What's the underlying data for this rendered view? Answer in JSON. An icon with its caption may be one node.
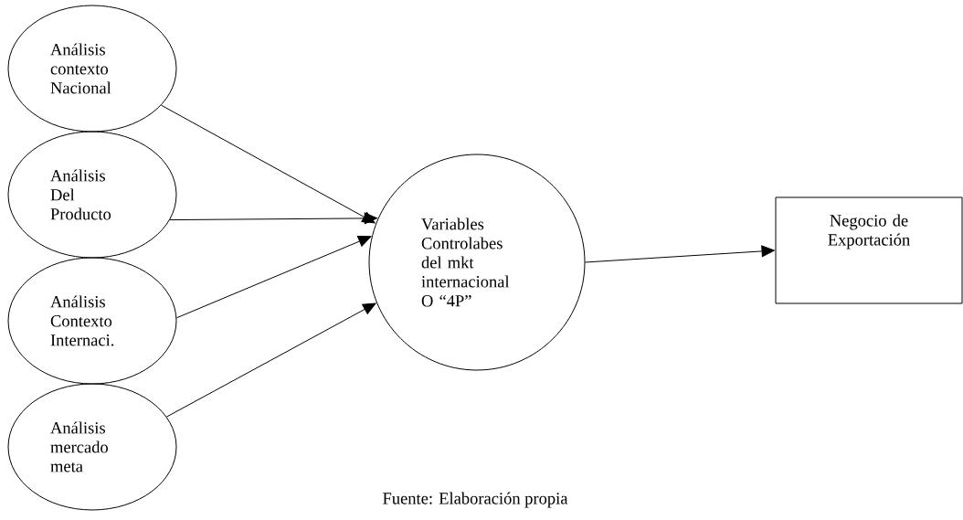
{
  "diagram": {
    "caption": "Fuente: Elaboración propia",
    "nodes": [
      {
        "text": [
          "Análisis contexto Nacional"
        ]
      },
      {
        "text": [
          "Análisis Del Producto"
        ]
      },
      {
        "text": [
          "Análisis Contexto Internaci."
        ]
      },
      {
        "text": [
          "Análisis mercado meta"
        ]
      },
      {
        "text": [
          "Variables Controlabes del mkt internacional O “4P”"
        ]
      },
      {
        "text": [
          "Negocio de Exportación"
        ]
      }
    ],
    "edges": [
      {
        "from": 0,
        "to": 4,
        "arrow": "to"
      },
      {
        "from": 1,
        "to": 4,
        "arrow": "to"
      },
      {
        "from": 2,
        "to": 4,
        "arrow": "to"
      },
      {
        "from": 3,
        "to": 4,
        "arrow": "to"
      },
      {
        "from": 4,
        "to": 5,
        "arrow": "to"
      }
    ]
  }
}
